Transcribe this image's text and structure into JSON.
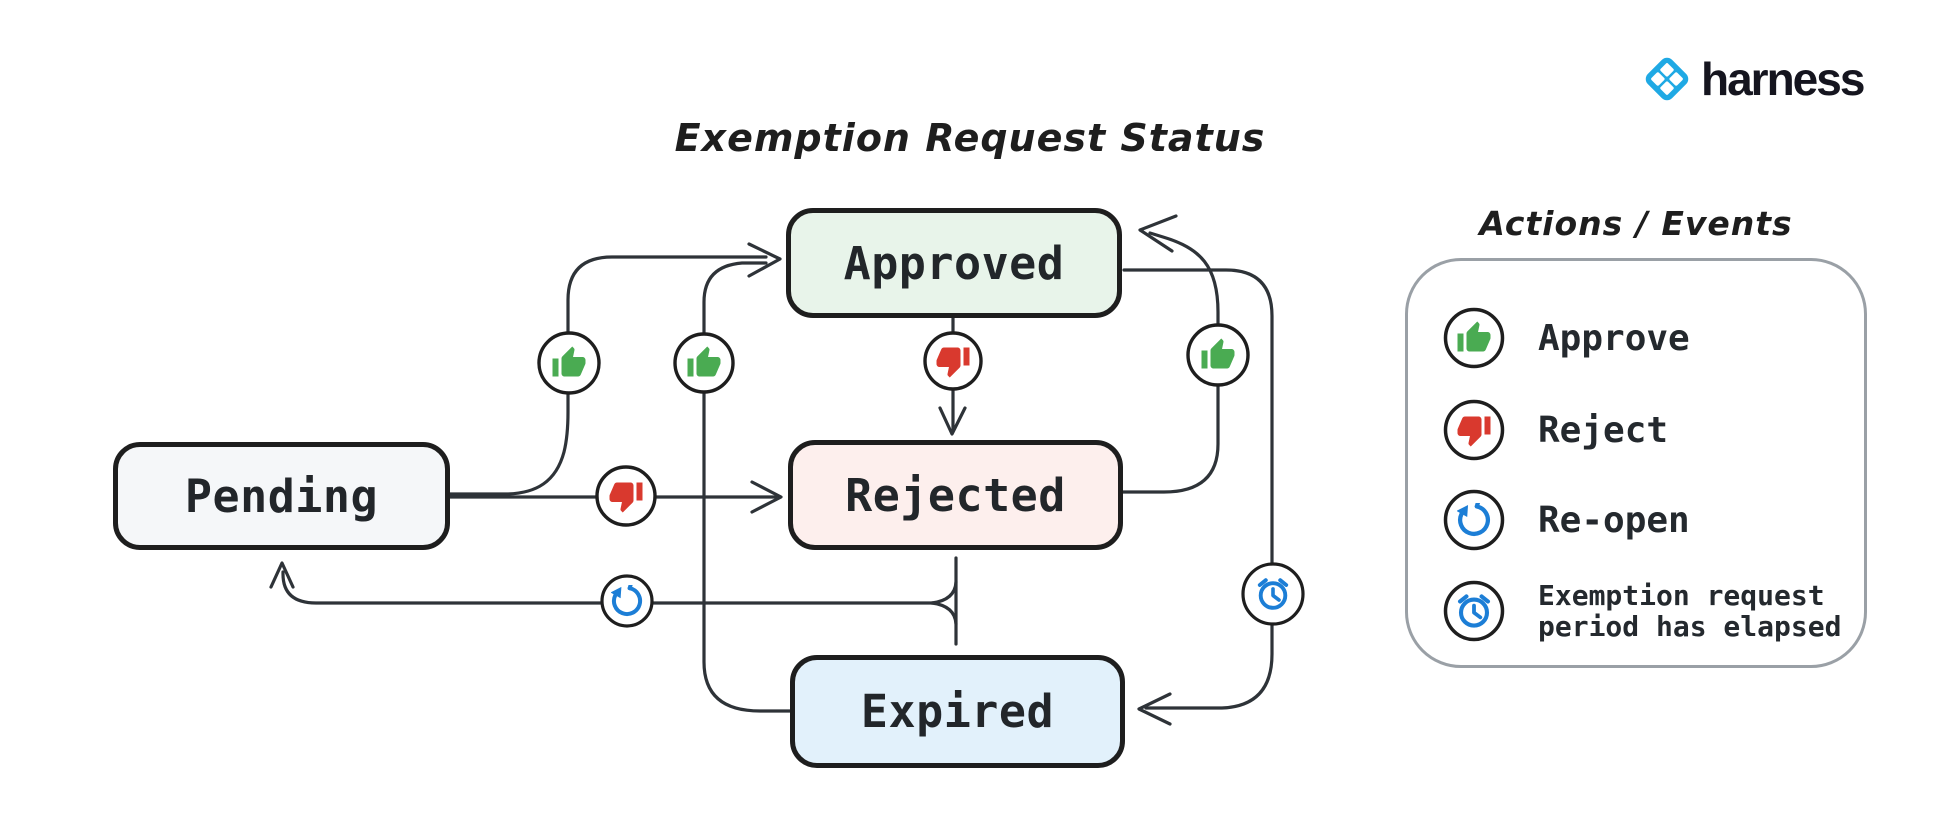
{
  "page": {
    "title": "Exemption Request Status"
  },
  "brand": {
    "wordmark": "harness",
    "logo_icon": "harness-diamond-logo",
    "logo_color": "#1fa9e4"
  },
  "diagram": {
    "states": [
      {
        "label": "Pending",
        "fill": "#f5f7f9"
      },
      {
        "label": "Approved",
        "fill": "#e8f4ea"
      },
      {
        "label": "Rejected",
        "fill": "#fdefed"
      },
      {
        "label": "Expired",
        "fill": "#e2f1fb"
      }
    ],
    "transitions": [
      {
        "from": "Pending",
        "to": "Approved",
        "action": "Approve",
        "icon": "thumbs-up-icon"
      },
      {
        "from": "Pending",
        "to": "Rejected",
        "action": "Reject",
        "icon": "thumbs-down-icon"
      },
      {
        "from": "Approved",
        "to": "Rejected",
        "action": "Reject",
        "icon": "thumbs-down-icon"
      },
      {
        "from": "Rejected",
        "to": "Approved",
        "action": "Approve",
        "icon": "thumbs-up-icon"
      },
      {
        "from": "Expired",
        "to": "Approved",
        "action": "Approve",
        "icon": "thumbs-up-icon"
      },
      {
        "from": "Approved",
        "to": "Expired",
        "action": "Exemption request period has elapsed",
        "icon": "alarm-clock-icon"
      },
      {
        "from": "Rejected",
        "to": "Pending",
        "action": "Re-open",
        "icon": "reopen-icon"
      },
      {
        "from": "Expired",
        "to": "Pending",
        "action": "Re-open",
        "icon": "reopen-icon"
      }
    ]
  },
  "legend": {
    "title": "Actions / Events",
    "items": [
      {
        "icon": "thumbs-up-icon",
        "label": "Approve",
        "color": "#4aab52"
      },
      {
        "icon": "thumbs-down-icon",
        "label": "Reject",
        "color": "#d9392e"
      },
      {
        "icon": "reopen-icon",
        "label": "Re-open",
        "color": "#1c7ed6"
      },
      {
        "icon": "alarm-clock-icon",
        "label": "Exemption request",
        "label_line2": "period has elapsed",
        "color": "#1c7ed6"
      }
    ]
  },
  "colors": {
    "line": "#2e3338",
    "box_border": "#1e1e1e",
    "legend_border": "#9aa0a6",
    "green": "#4aab52",
    "red": "#d9392e",
    "blue": "#1c7ed6"
  }
}
